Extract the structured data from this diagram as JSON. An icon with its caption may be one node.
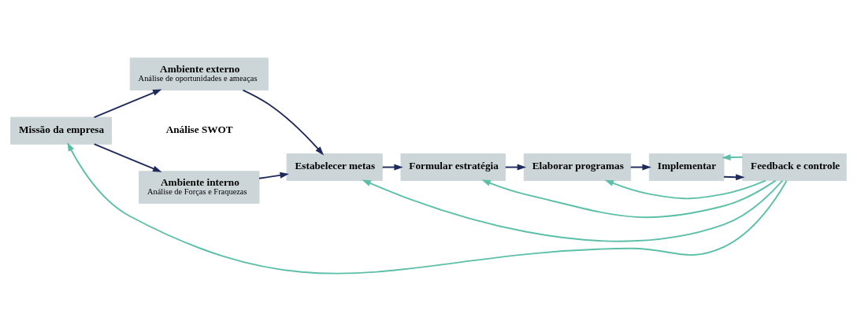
{
  "diagram": {
    "nodes": [
      {
        "text": [
          "Missão da empresa"
        ]
      },
      {
        "text": [
          "Ambiente externo",
          "Análise de oportunidades e ameaças"
        ]
      },
      {
        "text": [
          "Ambiente interno",
          "Análise de Forças e Fraquezas"
        ]
      },
      {
        "text": [
          "Estabelecer metas"
        ]
      },
      {
        "text": [
          "Formular estratégia"
        ]
      },
      {
        "text": [
          "Elaborar programas"
        ]
      },
      {
        "text": [
          "Implementar"
        ]
      },
      {
        "text": [
          "Feedback e controle"
        ]
      }
    ],
    "edges": [
      {
        "from": 0,
        "to": 1,
        "arrow": "to"
      },
      {
        "from": 0,
        "to": 2,
        "arrow": "to"
      },
      {
        "from": 1,
        "to": 3,
        "arrow": "to"
      },
      {
        "from": 2,
        "to": 3,
        "arrow": "to"
      },
      {
        "from": 3,
        "to": 4,
        "arrow": "to"
      },
      {
        "from": 4,
        "to": 5,
        "arrow": "to"
      },
      {
        "from": 5,
        "to": 6,
        "arrow": "to"
      },
      {
        "from": 6,
        "to": 7,
        "arrow": "to"
      },
      {
        "from": 7,
        "to": 0,
        "arrow": "to",
        "color": "#5bbfa9"
      },
      {
        "from": 7,
        "to": 3,
        "arrow": "to",
        "color": "#5bbfa9"
      },
      {
        "from": 7,
        "to": 4,
        "arrow": "to",
        "color": "#5bbfa9"
      },
      {
        "from": 7,
        "to": 5,
        "arrow": "to",
        "color": "#5bbfa9"
      },
      {
        "from": 7,
        "to": 6,
        "arrow": "to",
        "color": "#5bbfa9"
      }
    ],
    "labels": [
      "Análise SWOT"
    ]
  }
}
